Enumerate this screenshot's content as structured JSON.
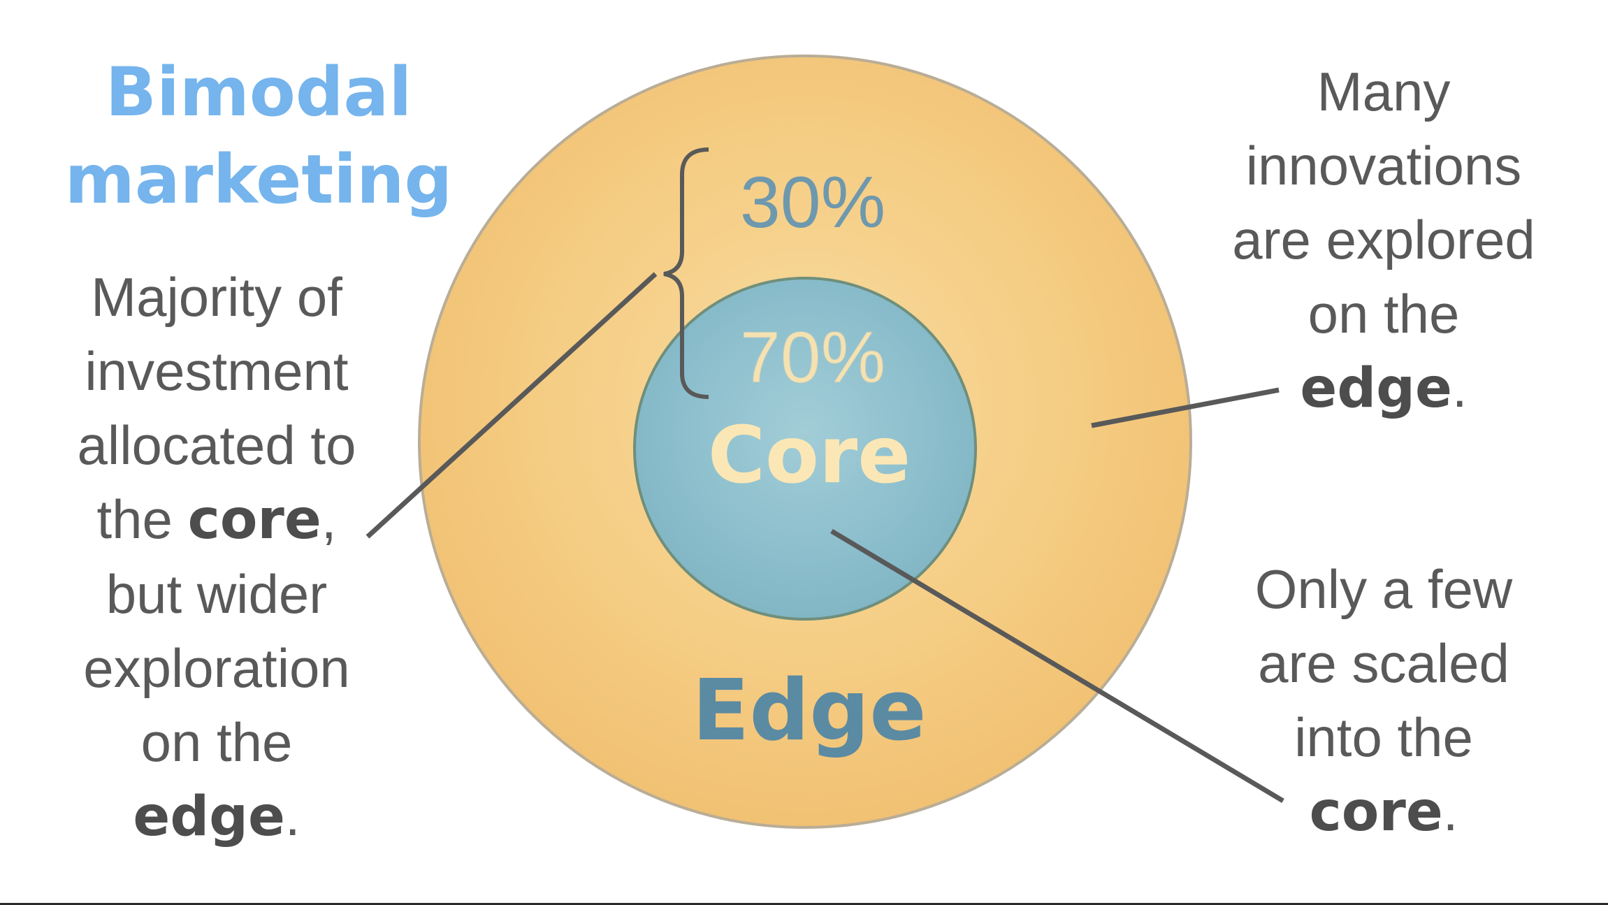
{
  "title": {
    "line1": "Bimodal",
    "line2": "marketing"
  },
  "diagram": {
    "outer_label": "Edge",
    "inner_label": "Core",
    "outer_percent": "30%",
    "inner_percent": "70%"
  },
  "left_note": {
    "l1": "Majority of",
    "l2": "investment",
    "l3": "allocated to",
    "l4_pre": "the ",
    "l4_bold": "core",
    "l4_post": ",",
    "l5": "but wider",
    "l6": "exploration",
    "l7": "on the",
    "l8_bold": "edge",
    "l8_post": "."
  },
  "right_top_note": {
    "l1": "Many",
    "l2": "innovations",
    "l3": "are explored",
    "l4": "on the",
    "l5_bold": "edge",
    "l5_post": "."
  },
  "right_bottom_note": {
    "l1": "Only a few",
    "l2": "are scaled",
    "l3": "into the",
    "l4_bold": "core",
    "l4_post": "."
  },
  "colors": {
    "title": "#75b4ec",
    "edge_ring": "#f3c57a",
    "edge_ring_light": "#f6d596",
    "core_circle": "#8cbfcc",
    "edge_label": "#5b8aa3",
    "core_label": "#fbe7b5",
    "text": "#595959",
    "connector": "#595959"
  }
}
